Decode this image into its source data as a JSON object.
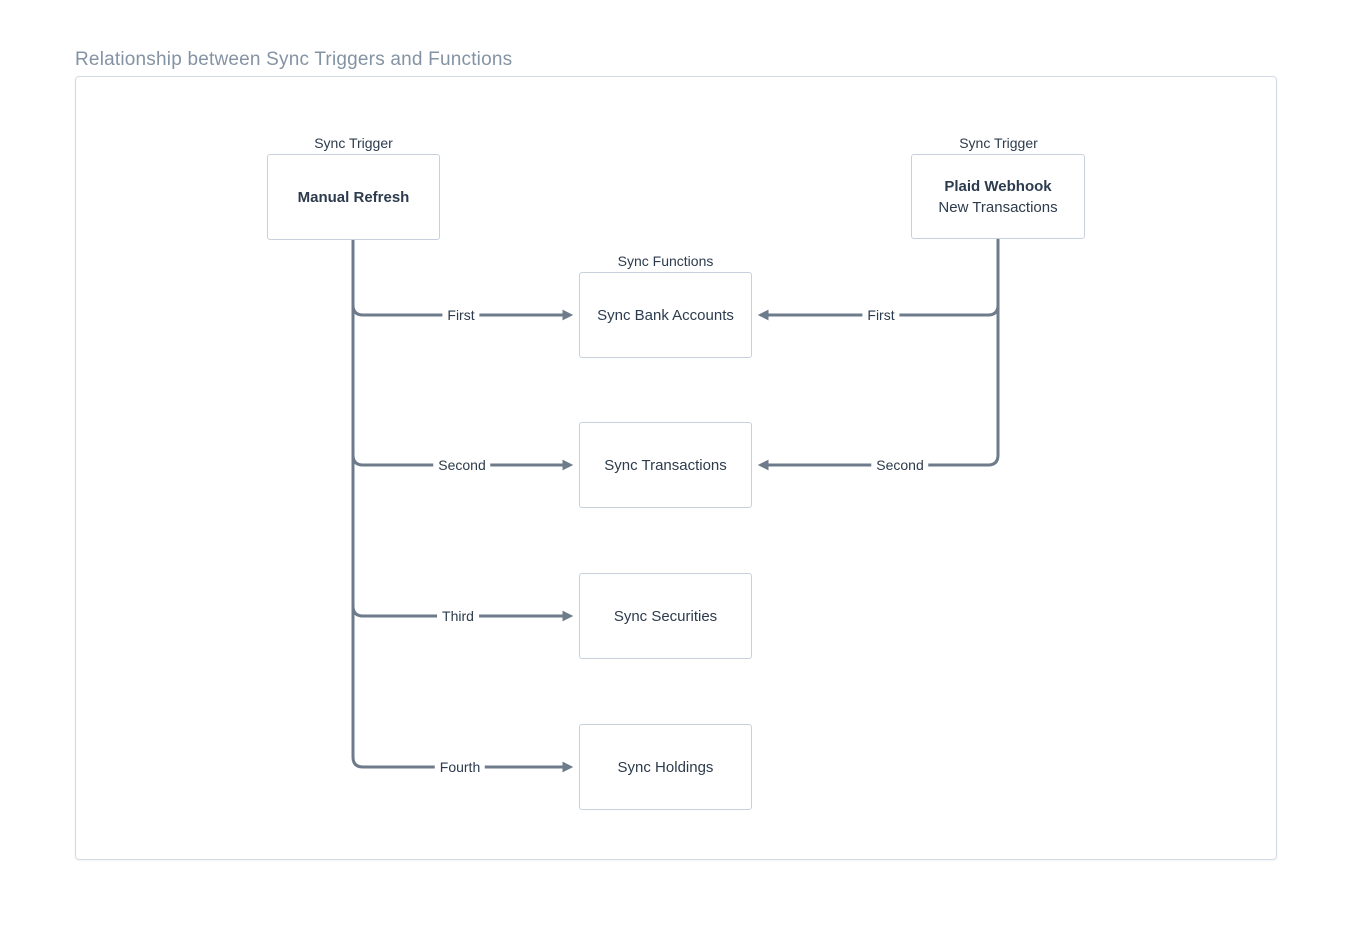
{
  "title": "Relationship between Sync Triggers and Functions",
  "colors": {
    "line": "#6E7B8A",
    "box_border": "#C7D1DE",
    "panel_border": "#D2DBE5",
    "text": "#2C3B4D",
    "title_text": "#8493A4"
  },
  "triggers": {
    "header": "Sync Trigger",
    "manual": {
      "title": "Manual Refresh"
    },
    "plaid": {
      "title": "Plaid Webhook",
      "subtitle": "New Transactions"
    }
  },
  "functions": {
    "header": "Sync Functions",
    "items": [
      "Sync Bank Accounts",
      "Sync Transactions",
      "Sync Securities",
      "Sync Holdings"
    ]
  },
  "connections": {
    "manual": [
      "First",
      "Second",
      "Third",
      "Fourth"
    ],
    "plaid": [
      "First",
      "Second"
    ]
  }
}
